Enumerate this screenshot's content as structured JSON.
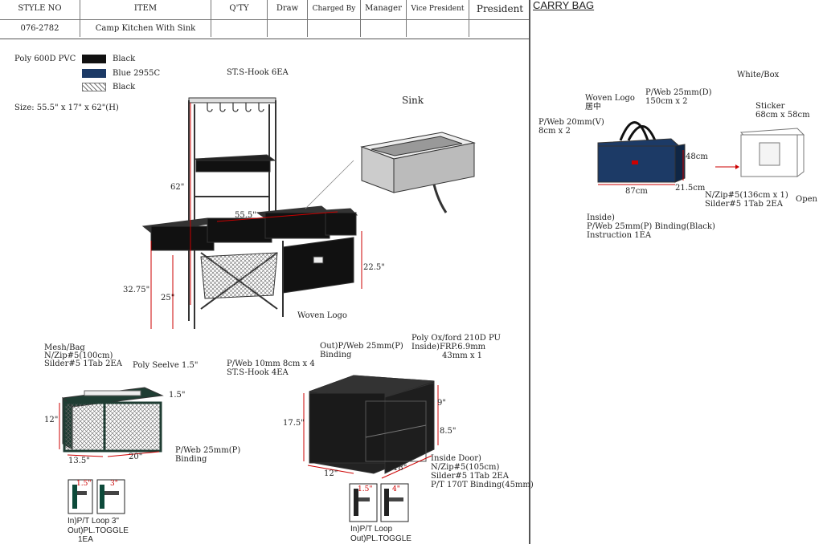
{
  "header": {
    "columns": [
      "STYLE  NO",
      "ITEM",
      "Q'TY",
      "Draw",
      "Charged By",
      "Manager",
      "Vice President",
      "President"
    ],
    "values": [
      "076-2782",
      "Camp Kitchen With Sink",
      "",
      "",
      "",
      "",
      "",
      ""
    ]
  },
  "right": {
    "title": "CARRY BAG",
    "white_box": "White/Box",
    "sticker": "Sticker",
    "sticker_size": "68cm x 58cm",
    "open": "Open",
    "woven_logo": "Woven Logo",
    "woven_logo_pos": "居中",
    "pweb_d": "P/Web 25mm(D)",
    "pweb_d_qty": "150cm x 2",
    "pweb_v": "P/Web 20mm(V)",
    "pweb_v_qty": "8cm x 2",
    "dim_48": "48cm",
    "dim_87": "87cm",
    "dim_215": "21.5cm",
    "zip": "N/Zip#5(136cm x 1)",
    "slider": "Silder#5 1Tab 2EA",
    "inside": "Inside)",
    "inside_binding": "P/Web 25mm(P) Binding(Black)",
    "instruction": "Instruction 1EA"
  },
  "legend": {
    "material": "Poly 600D PVC",
    "items": [
      {
        "label": "Black",
        "color": "#111111",
        "pattern": "solid"
      },
      {
        "label": "Blue 2955C",
        "color": "#1c3a66",
        "pattern": "solid"
      },
      {
        "label": "Black",
        "color": "#888888",
        "pattern": "mesh"
      }
    ],
    "size": "Size: 55.5\" x 17\" x 62\"(H)"
  },
  "kitchen": {
    "hooks": "ST.S-Hook 6EA",
    "sink": "Sink",
    "h62": "62\"",
    "w555": "55.5\"",
    "h225": "22.5\"",
    "h3275": "32.75\"",
    "h25": "25\"",
    "woven_logo": "Woven Logo"
  },
  "mesh_bag": {
    "title": "Mesh/Bag",
    "zip": "N/Zip#5(100cm)",
    "slider": "Silder#5 1Tab 2EA",
    "sleeve": "Poly Seelve 1.5\"",
    "d15": "1.5\"",
    "d12": "12\"",
    "d135": "13.5\"",
    "d20": "20\"",
    "binding1": "P/Web 25mm(P)",
    "binding2": "Binding",
    "loop_a": "1.5\"",
    "loop_b": "3\"",
    "note1": "In)P/T Loop  3\"",
    "note2": "Out)PL.TOGGLE",
    "note3": "1EA"
  },
  "cabinet": {
    "pweb10": "P/Web 10mm 8cm x 4",
    "hooks": "ST.S-Hook 4EA",
    "out_binding1": "Out)P/Web 25mm(P)",
    "out_binding2": "Binding",
    "poly1": "Poly Ox/ford 210D PU",
    "poly2": "Inside)FRP.6.9mm",
    "poly3": "43mm x 1",
    "d9": "9\"",
    "d85": "8.5\"",
    "d175": "17.5\"",
    "d12": "12\"",
    "d18": "18\"",
    "door1": "Inside Door)",
    "door2": "N/Zip#5(105cm)",
    "door3": "Silder#5 1Tab 2EA",
    "door4": "P/T 170T Binding(45mm)",
    "loop_a": "1.5\"",
    "loop_b": "4\"",
    "note1": "In)P/T Loop",
    "note2": "Out)PL.TOGGLE"
  }
}
